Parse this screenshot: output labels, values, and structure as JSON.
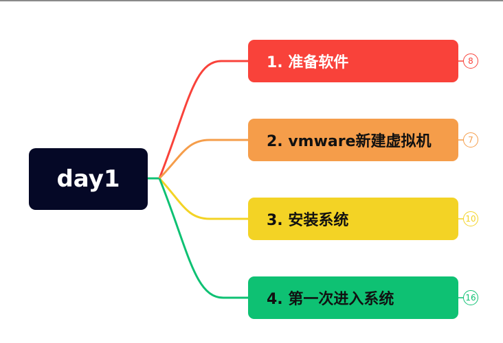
{
  "root": {
    "label": "day1",
    "color": "#050826"
  },
  "branches": [
    {
      "label": "1. 准备软件",
      "count": "8",
      "color": "#f9423a",
      "text_color": "#ffffff"
    },
    {
      "label": "2. vmware新建虚拟机",
      "count": "7",
      "color": "#f59d4a",
      "text_color": "#111111"
    },
    {
      "label": "3. 安装系统",
      "count": "10",
      "color": "#f3d325",
      "text_color": "#111111"
    },
    {
      "label": "4. 第一次进入系统",
      "count": "16",
      "color": "#0ec173",
      "text_color": "#111111"
    }
  ]
}
